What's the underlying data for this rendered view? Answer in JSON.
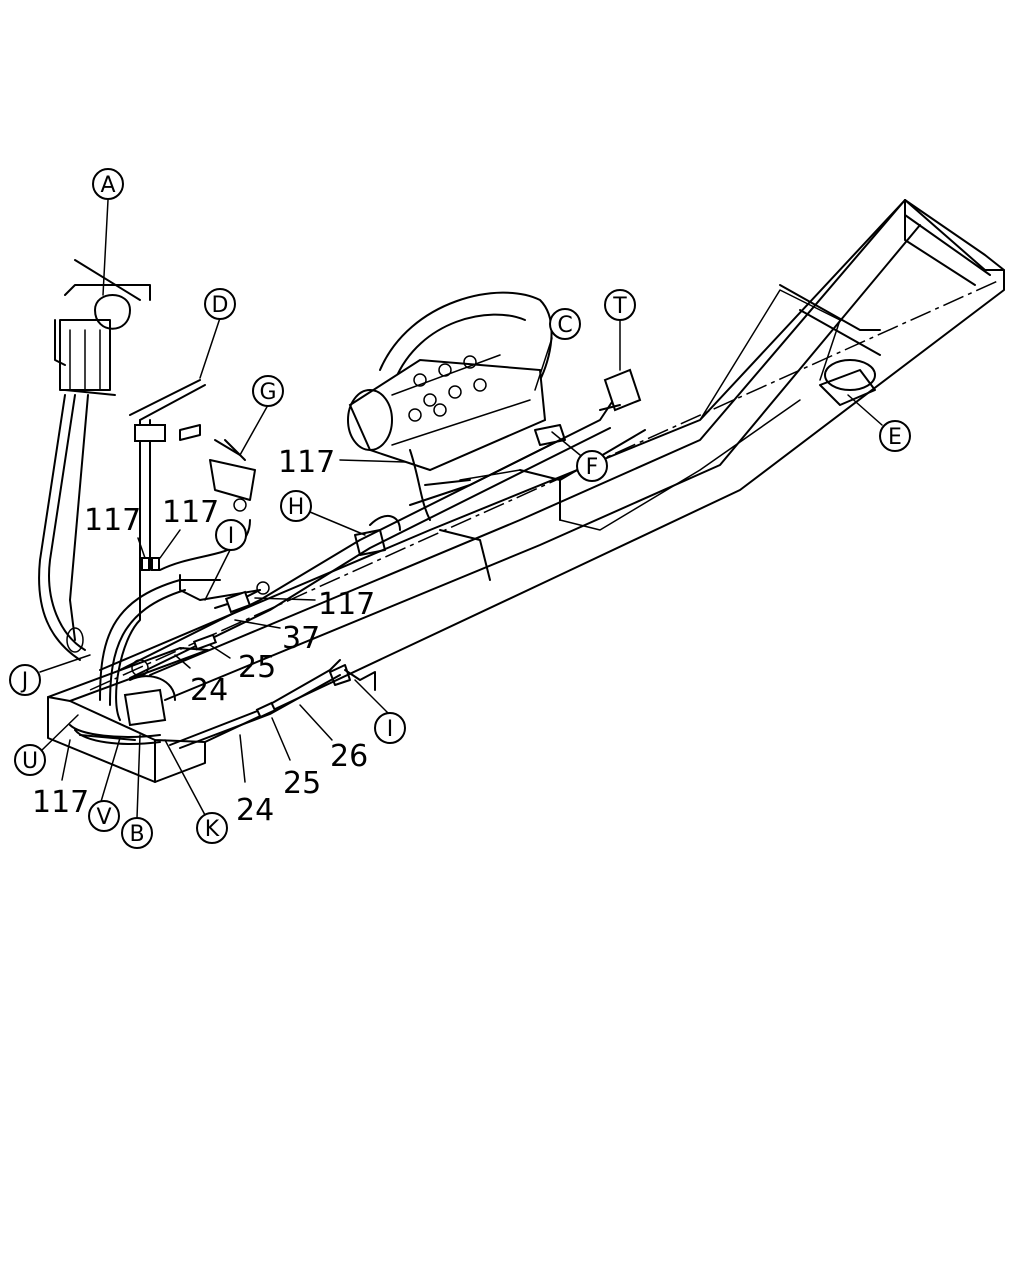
{
  "callouts": {
    "A": "A",
    "B": "B",
    "C": "C",
    "D": "D",
    "E": "E",
    "F": "F",
    "G": "G",
    "H": "H",
    "I": "I",
    "J": "J",
    "K": "K",
    "T": "T",
    "U": "U",
    "V": "V"
  },
  "part_numbers": {
    "p117": "117",
    "p37": "37",
    "p25": "25",
    "p24": "24",
    "p26": "26"
  }
}
